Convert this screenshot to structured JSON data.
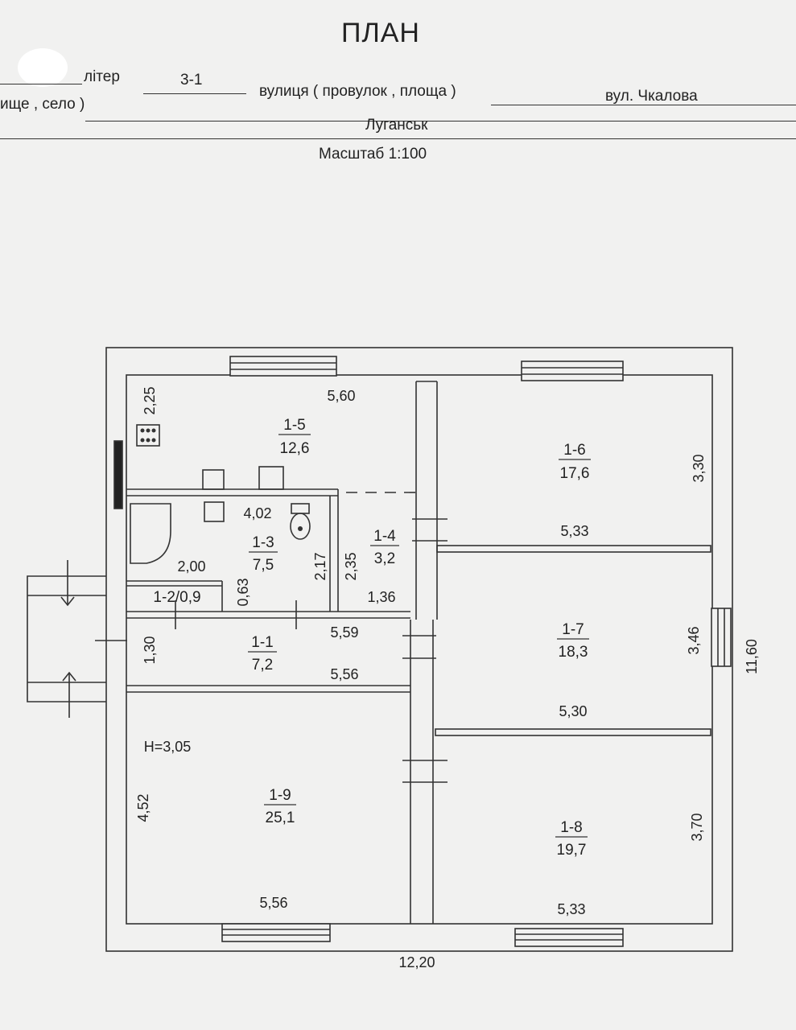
{
  "header": {
    "title": "ПЛАН",
    "liter_label": "літер",
    "liter_value": "3-1",
    "street_label": "вулиця ( провулок , площа )",
    "street_value": "вул. Чкалова",
    "settlement_label": "ище , село )",
    "settlement_value": "Луганськ",
    "scale": "Масштаб 1:100"
  },
  "plan": {
    "ceiling_height": "H=3,05",
    "overall_width": "12,20",
    "overall_height": "11,60",
    "rooms": [
      {
        "id": "1-5",
        "area": "12,6"
      },
      {
        "id": "1-6",
        "area": "17,6"
      },
      {
        "id": "1-3",
        "area": "7,5"
      },
      {
        "id": "1-4",
        "area": "3,2"
      },
      {
        "id": "1-2/0,9",
        "area": ""
      },
      {
        "id": "1-1",
        "area": "7,2"
      },
      {
        "id": "1-7",
        "area": "18,3"
      },
      {
        "id": "1-9",
        "area": "25,1"
      },
      {
        "id": "1-8",
        "area": "19,7"
      }
    ],
    "dimensions": {
      "r15_width": "5,60",
      "r15_height": "2,25",
      "r13_width": "4,02",
      "r13_height": "2,17",
      "r14_height": "2,35",
      "r14_width": "1,36",
      "r12_width": "2,00",
      "r12_height": "0,63",
      "r11_top": "5,59",
      "r11_bottom": "5,56",
      "r11_height": "1,30",
      "r16_width": "5,33",
      "r16_height": "3,30",
      "r17_width": "5,30",
      "r17_height": "3,46",
      "r19_height": "4,52",
      "r19_width": "5,56",
      "r18_width": "5,33",
      "r18_height": "3,70"
    }
  }
}
